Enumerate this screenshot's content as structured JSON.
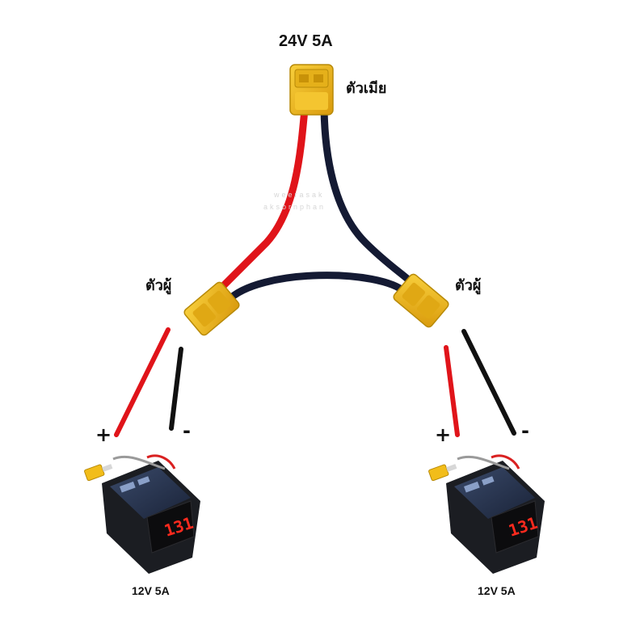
{
  "input": {
    "label": "24V 5A"
  },
  "connectors": {
    "female_label": "ตัวเมีย",
    "male_left_label": "ตัวผู้",
    "male_right_label": "ตัวผู้"
  },
  "polarity": {
    "left_plus": "+",
    "left_minus": "-",
    "right_plus": "+",
    "right_minus": "-"
  },
  "modules": {
    "left": {
      "label": "12V 5A",
      "display": "131"
    },
    "right": {
      "label": "12V 5A",
      "display": "131"
    }
  },
  "watermark": {
    "line1": "weerasak",
    "line2": "aksornphan"
  },
  "colors": {
    "connector_yellow": "#f2bd1a",
    "wire_red": "#e0141a",
    "wire_black": "#141a33",
    "led_red": "#ff2a1e"
  }
}
